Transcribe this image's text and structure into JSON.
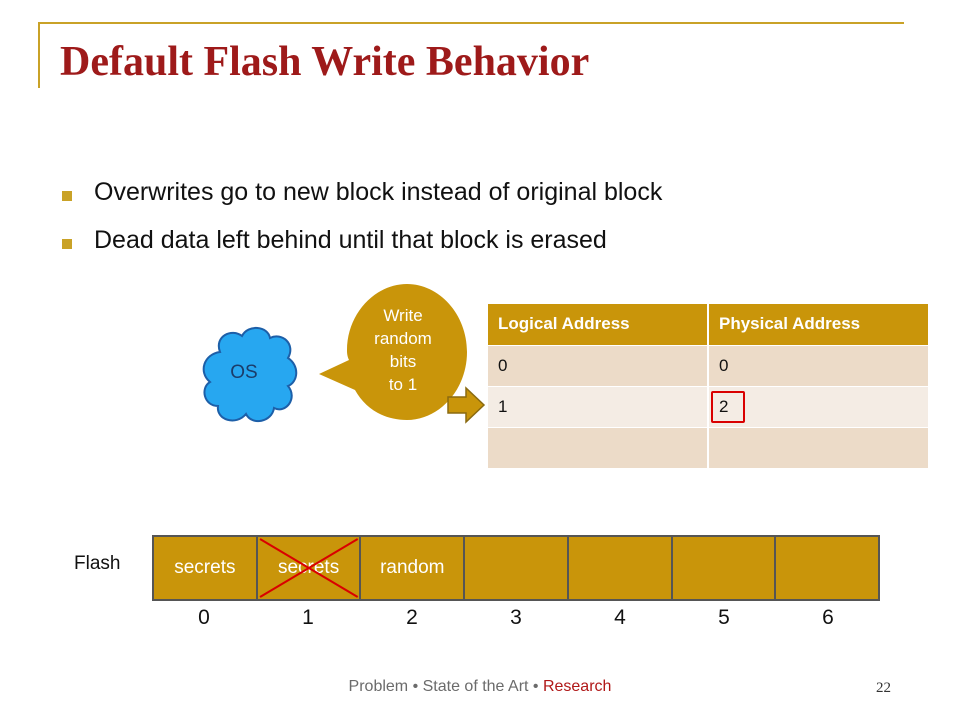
{
  "slide": {
    "title": "Default Flash Write Behavior",
    "bullets": [
      "Overwrites go to new block instead of original block",
      "Dead data left behind until that block is erased"
    ],
    "os_label": "OS",
    "bubble_lines": [
      "Write",
      "random",
      "bits",
      "to 1"
    ],
    "table": {
      "headers": [
        "Logical Address",
        "Physical Address"
      ],
      "rows": [
        [
          "0",
          "0"
        ],
        [
          "1",
          "2"
        ],
        [
          "",
          ""
        ]
      ]
    },
    "flash_label": "Flash",
    "flash_cells": [
      "secrets",
      "secrets",
      "random",
      "",
      "",
      "",
      ""
    ],
    "flash_indices": [
      "0",
      "1",
      "2",
      "3",
      "4",
      "5",
      "6"
    ],
    "footer": {
      "part1": "Problem • State of the Art • ",
      "part2": "Research"
    },
    "page_number": "22"
  },
  "colors": {
    "title": "#9e1a1a",
    "accent_gold": "#c9950a",
    "frame_gold": "#c9a227",
    "cloud": "#27a7f0",
    "highlight_red": "#d90000"
  }
}
